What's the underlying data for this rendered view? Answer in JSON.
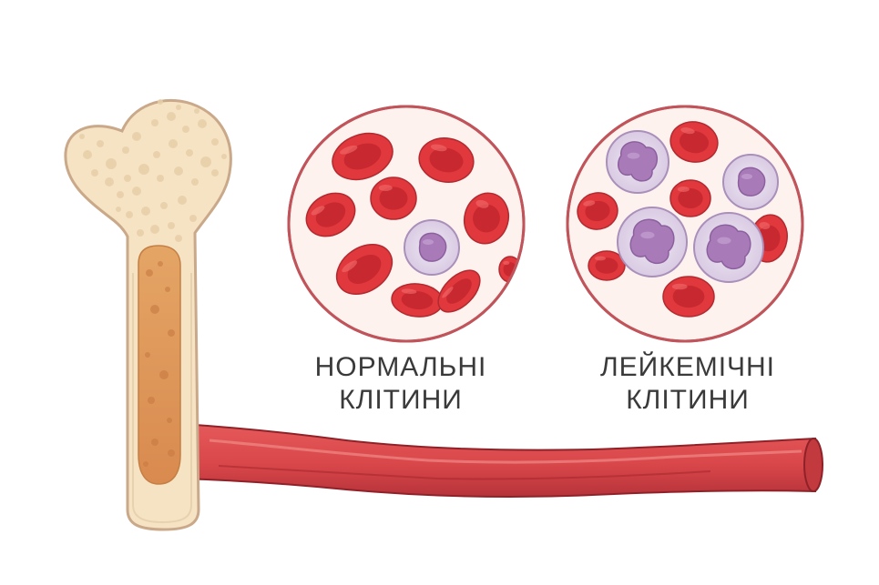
{
  "labels": {
    "normal": {
      "line1": "НОРМАЛЬНІ",
      "line2": "КЛІТИНИ"
    },
    "leukemic": {
      "line1": "ЛЕЙКЕМІЧНІ",
      "line2": "КЛІТИНИ"
    }
  },
  "colors": {
    "bone_outline": "#c9a98a",
    "bone_fill": "#f5e3c4",
    "marrow": "#dc9658",
    "vessel": "#d9474a",
    "vessel_dark": "#a8282d",
    "rbc": "#e0383c",
    "rbc_center": "#c7262d",
    "wbc_membrane": "#e2d6ea",
    "wbc_nucleus": "#a87bb8",
    "circle_outline": "#c0545a"
  },
  "cell_counts": {
    "normal": {
      "red_blood_cells": 9,
      "white_blood_cells": 1
    },
    "leukemic": {
      "red_blood_cells": 6,
      "white_blood_cells": 4
    }
  }
}
